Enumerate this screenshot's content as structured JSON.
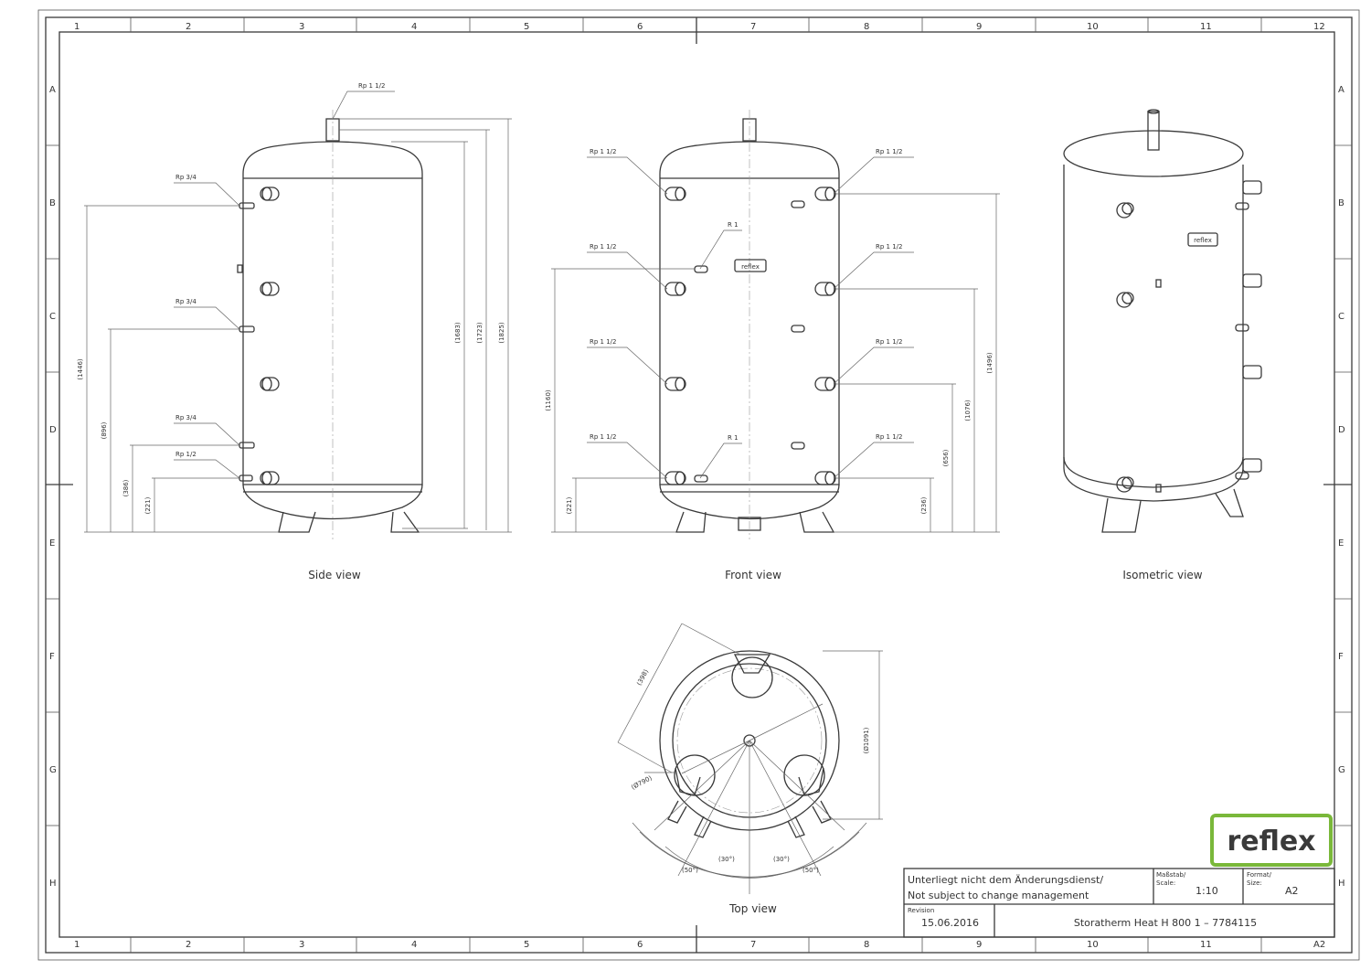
{
  "grid": {
    "columns": [
      "1",
      "2",
      "3",
      "4",
      "5",
      "6",
      "7",
      "8",
      "9",
      "10",
      "11",
      "12"
    ],
    "rows": [
      "A",
      "B",
      "C",
      "D",
      "E",
      "F",
      "G",
      "H"
    ]
  },
  "views": {
    "side": "Side  view",
    "front": "Front  view",
    "isometric": "Isometric  view",
    "top": "Top  view"
  },
  "side_view": {
    "top_connection": "Rp  1  1/2",
    "connections": [
      "Rp  3/4",
      "Rp  3/4",
      "Rp  3/4",
      "Rp  1/2"
    ],
    "dims_left": [
      "(1446)",
      "(896)",
      "(386)",
      "(221)"
    ],
    "dims_right": [
      "(1683)",
      "(1723)",
      "(1825)"
    ]
  },
  "front_view": {
    "left_connections": [
      "Rp  1  1/2",
      "Rp  1  1/2",
      "Rp  1  1/2",
      "Rp  1  1/2"
    ],
    "right_connections": [
      "Rp  1  1/2",
      "Rp  1  1/2",
      "Rp  1  1/2",
      "Rp  1  1/2"
    ],
    "sensor_labels": [
      "R  1",
      "R  1"
    ],
    "dims_left": [
      "(1160)",
      "(221)"
    ],
    "dims_right": [
      "(1496)",
      "(1076)",
      "(656)",
      "(236)"
    ],
    "badge": "reflex"
  },
  "iso_view": {
    "badge": "reflex"
  },
  "top_view": {
    "dims": [
      "(398)",
      "(Ø790)",
      "(Ø1091)"
    ],
    "angles": [
      "(30°)",
      "(30°)",
      "(50°)",
      "(50°)"
    ]
  },
  "logo": {
    "text": "reflex",
    "color": "#7ab83a"
  },
  "title_block": {
    "note_de": "Unterliegt  nicht  dem  Änderungsdienst/",
    "note_en": "Not  subject  to  change  management",
    "scale_label_de": "Maßstab/",
    "scale_label_en": "Scale:",
    "scale_value": "1:10",
    "format_label_de": "Format/",
    "format_label_en": "Size:",
    "format_value": "A2",
    "revision_label": "Revision",
    "revision_date": "15.06.2016",
    "title": "Storatherm  Heat  H  800  1  –  7784115"
  },
  "corner_code": "A2"
}
